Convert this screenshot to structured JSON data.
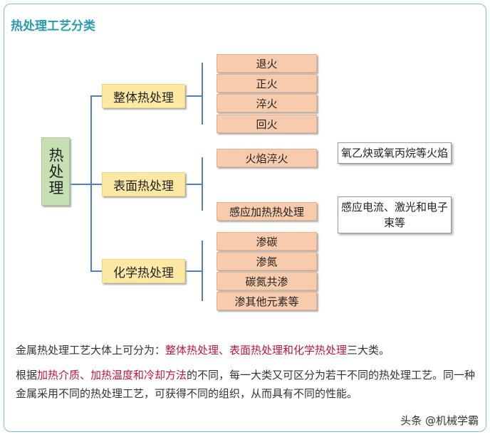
{
  "title": "热处理工艺分类",
  "root": "热处理",
  "categories": [
    {
      "label": "整体热处理",
      "items": [
        "退火",
        "正火",
        "淬火",
        "回火"
      ]
    },
    {
      "label": "表面热处理",
      "items": [
        "火焰淬火",
        "感应加热热处理"
      ],
      "notes": [
        "氧乙炔或氧丙烷等火焰",
        "感应电流、激光和电子束等"
      ]
    },
    {
      "label": "化学热处理",
      "items": [
        "渗碳",
        "渗氮",
        "碳氮共渗",
        "渗其他元素等"
      ]
    }
  ],
  "para1": {
    "a": "金属热处理工艺大体上可分为：",
    "b": "整体热处理、表面热处理和化学热处理",
    "c": "三大类。"
  },
  "para2": {
    "a": "根据",
    "b": "加热介质、加热温度和冷却方法",
    "c": "的不同，每一大类又可区分为若干不同的热处理工艺。同一种金属采用不同的热处理工艺，可获得不同的组织，从而具有不同的性能。"
  },
  "watermark": "头条 @机械学霸"
}
